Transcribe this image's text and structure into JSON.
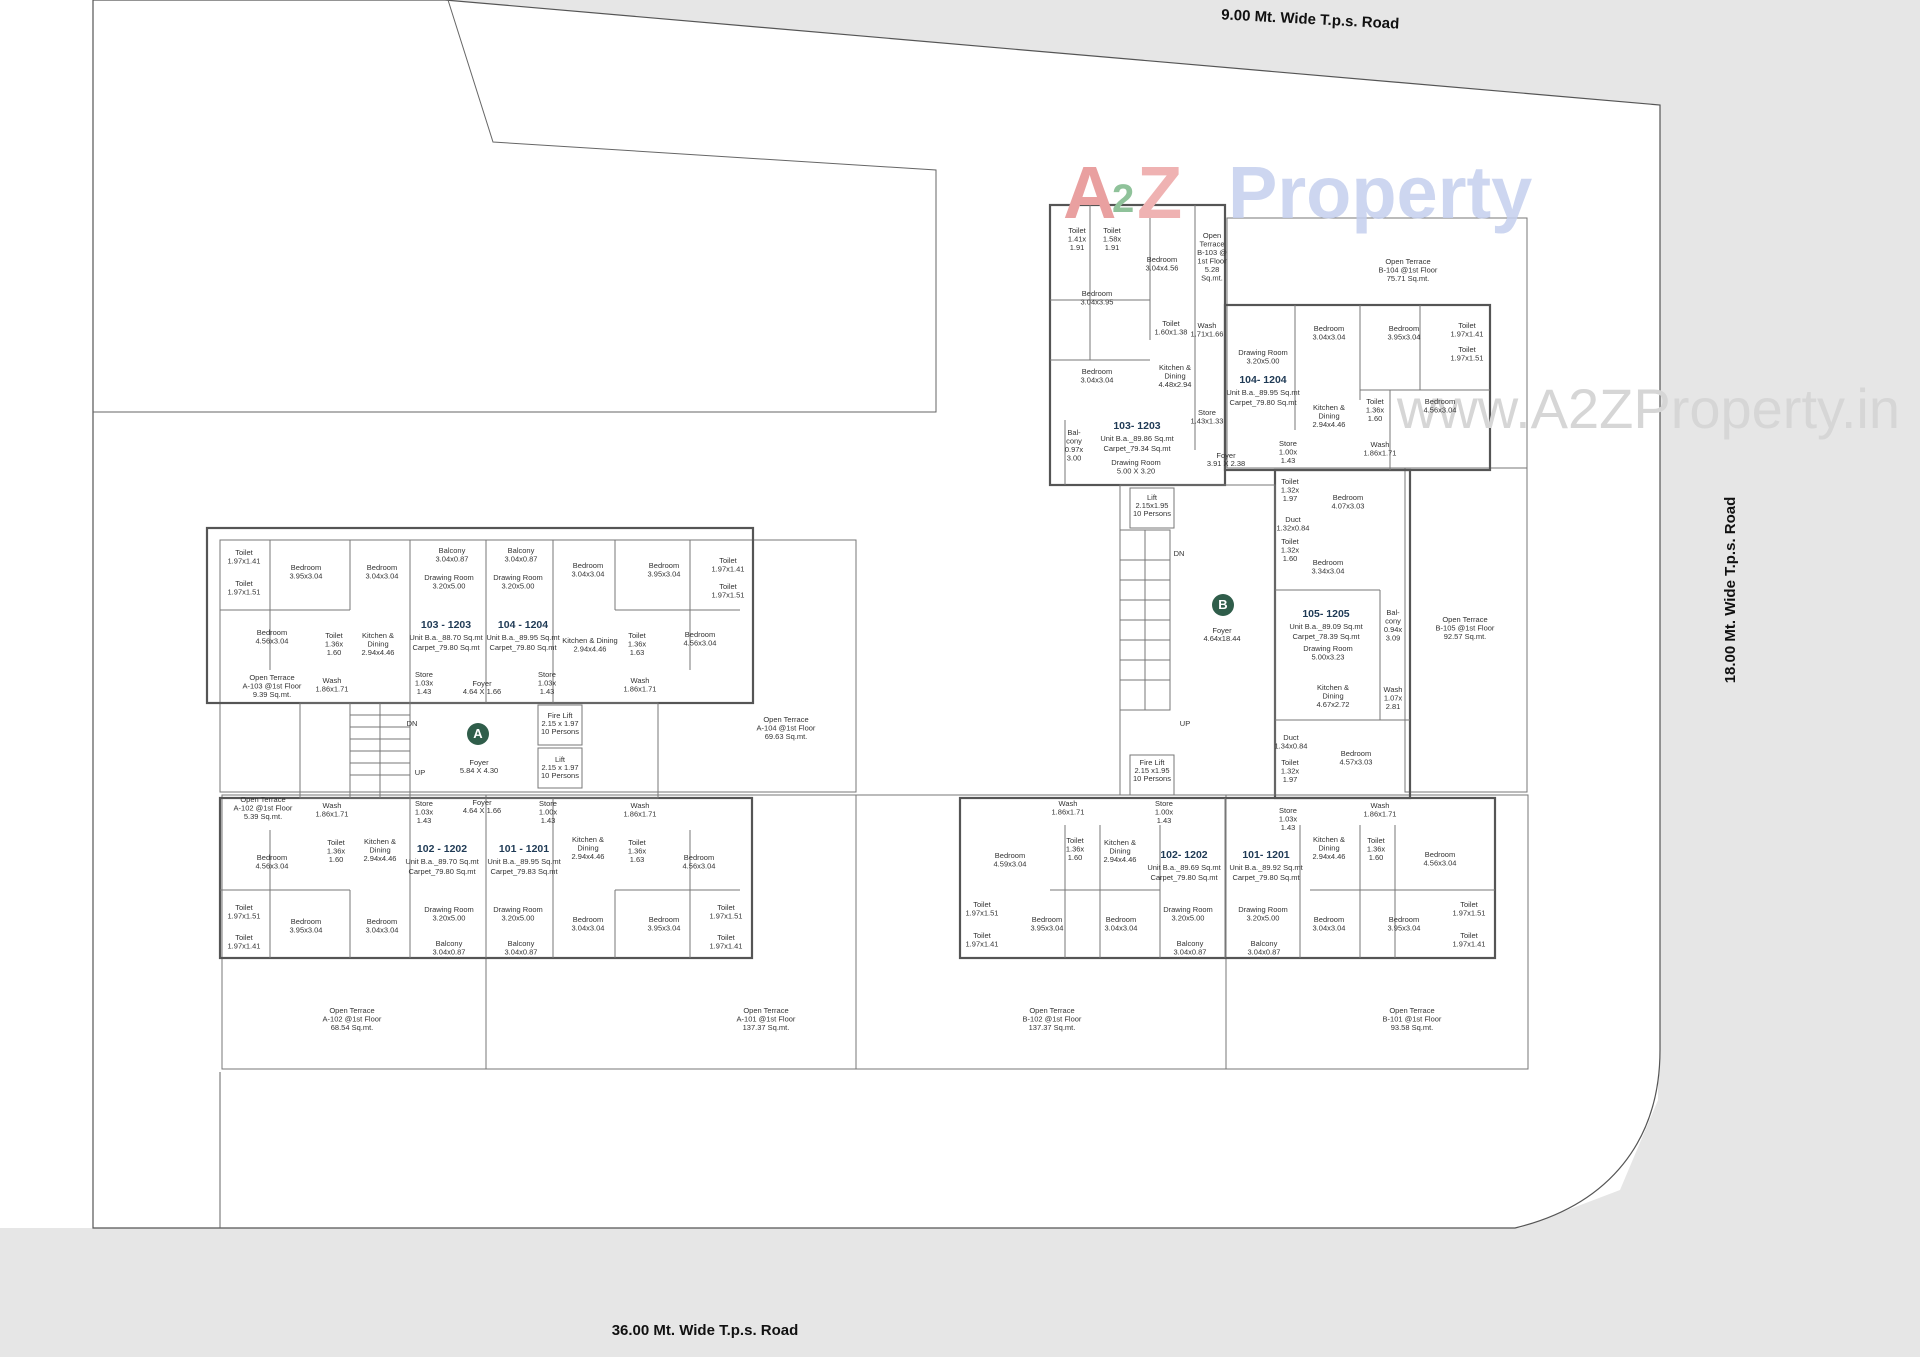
{
  "roads": {
    "top": "9.00 Mt. Wide T.p.s. Road",
    "right": "18.00 Mt. Wide T.p.s. Road",
    "bottom": "36.00 Mt. Wide T.p.s. Road"
  },
  "watermark": {
    "logo_a": "A",
    "logo_2": "2",
    "logo_z": "Z",
    "logo_property": "Property",
    "url": "www.A2ZProperty.in"
  },
  "wings": {
    "a": "A",
    "b": "B"
  },
  "wing_a": {
    "u1203": {
      "title": "103 - 1203",
      "ba": "Unit B.a._88.70 Sq.mt",
      "carpet": "Carpet_79.80 Sq.mt"
    },
    "u1204": {
      "title": "104 - 1204",
      "ba": "Unit B.a._89.95 Sq.mt",
      "carpet": "Carpet_79.80 Sq.mt"
    },
    "u1202": {
      "title": "102 - 1202",
      "ba": "Unit B.a._89.70 Sq.mt",
      "carpet": "Carpet_79.80 Sq.mt"
    },
    "u1201": {
      "title": "101 - 1201",
      "ba": "Unit B.a._89.95 Sq.mt",
      "carpet": "Carpet_79.83 Sq.mt"
    },
    "foyer1": "Foyer",
    "foyer1_d": "4.64 X 1.66",
    "foyer2": "Foyer",
    "foyer2_d": "5.84 X 4.30",
    "foyer3": "Foyer",
    "foyer3_d": "4.64 X 1.66",
    "firelift": "Fire Lift",
    "firelift_d": "2.15 x 1.97",
    "firelift_p": "10 Persons",
    "lift": "Lift",
    "lift_d": "2.15 x 1.97",
    "lift_p": "10 Persons",
    "dn": "DN",
    "up": "UP",
    "terrace_a103": {
      "name": "Open Terrace",
      "l1": "A-103 @1st Floor",
      "l2": "9.39 Sq.mt."
    },
    "terrace_a102": {
      "name": "Open Terrace",
      "l1": "A-102 @1st Floor",
      "l2": "5.39 Sq.mt."
    },
    "terrace_a104": {
      "name": "Open Terrace",
      "l1": "A-104 @1st Floor",
      "l2": "69.63 Sq.mt."
    },
    "terrace_a102b": {
      "name": "Open Terrace",
      "l1": "A-102 @1st Floor",
      "l2": "68.54 Sq.mt."
    },
    "terrace_a101": {
      "name": "Open Terrace",
      "l1": "A-101 @1st Floor",
      "l2": "137.37 Sq.mt."
    },
    "rooms": {
      "bed1": [
        "Bedroom",
        "3.95x3.04"
      ],
      "bed2": [
        "Bedroom",
        "3.04x3.04"
      ],
      "bed3": [
        "Bedroom",
        "4.56x3.04"
      ],
      "bed4": [
        "Bedroom",
        "3.04x3.04"
      ],
      "bed5": [
        "Bedroom",
        "3.95x3.04"
      ],
      "bed6": [
        "Bedroom",
        "4.56x3.04"
      ],
      "bed7": [
        "Bedroom",
        "4.56x3.04"
      ],
      "bed8": [
        "Bedroom",
        "3.95x3.04"
      ],
      "bed9": [
        "Bedroom",
        "3.04x3.04"
      ],
      "bed10": [
        "Bedroom",
        "3.04x3.04"
      ],
      "bed11": [
        "Bedroom",
        "3.95x3.04"
      ],
      "bed12": [
        "Bedroom",
        "4.56x3.04"
      ],
      "dr1": [
        "Drawing Room",
        "3.20x5.00"
      ],
      "dr2": [
        "Drawing Room",
        "3.20x5.00"
      ],
      "dr3": [
        "Drawing Room",
        "3.20x5.00"
      ],
      "dr4": [
        "Drawing Room",
        "3.20x5.00"
      ],
      "kd1": [
        "Kitchen &",
        "Dining",
        "2.94x4.46"
      ],
      "kd2": [
        "Kitchen & Dining",
        "2.94x4.46"
      ],
      "kd3": [
        "Kitchen &",
        "Dining",
        "2.94x4.46"
      ],
      "kd4": [
        "Kitchen &",
        "Dining",
        "2.94x4.46"
      ],
      "bal1": [
        "Balcony",
        "3.04x0.87"
      ],
      "bal2": [
        "Balcony",
        "3.04x0.87"
      ],
      "bal3": [
        "Balcony",
        "3.04x0.87"
      ],
      "bal4": [
        "Balcony",
        "3.04x0.87"
      ],
      "tl1": [
        "Toilet",
        "1.97x1.41"
      ],
      "tl2": [
        "Toilet",
        "1.97x1.51"
      ],
      "tl3": [
        "Toilet",
        "1.36x",
        "1.60"
      ],
      "tl4": [
        "Toilet",
        "1.97x1.41"
      ],
      "tl5": [
        "Toilet",
        "1.97x1.51"
      ],
      "tl6": [
        "Toilet",
        "1.36x",
        "1.63"
      ],
      "tl7": [
        "Toilet",
        "1.36x",
        "1.60"
      ],
      "tl8": [
        "Toilet",
        "1.97x1.51"
      ],
      "tl9": [
        "Toilet",
        "1.97x1.41"
      ],
      "tl10": [
        "Toilet",
        "1.36x",
        "1.63"
      ],
      "tl11": [
        "Toilet",
        "1.97x1.51"
      ],
      "tl12": [
        "Toilet",
        "1.97x1.41"
      ],
      "st1": [
        "Store",
        "1.03x",
        "1.43"
      ],
      "st2": [
        "Store",
        "1.03x",
        "1.43"
      ],
      "st3": [
        "Store",
        "1.03x",
        "1.43"
      ],
      "st4": [
        "Store",
        "1.00x",
        "1.43"
      ],
      "wa1": [
        "Wash",
        "1.86x1.71"
      ],
      "wa2": [
        "Wash",
        "1.86x1.71"
      ],
      "wa3": [
        "Wash",
        "1.86x1.71"
      ],
      "wa4": [
        "Wash",
        "1.86x1.71"
      ]
    }
  },
  "wing_b": {
    "u1203": {
      "title": "103- 1203",
      "ba": "Unit B.a._89.86 Sq.mt",
      "carpet": "Carpet_79.34 Sq.mt"
    },
    "u1204": {
      "title": "104- 1204",
      "ba": "Unit B.a._89.95 Sq.mt",
      "carpet": "Carpet_79.80 Sq.mt"
    },
    "u1205": {
      "title": "105- 1205",
      "ba": "Unit B.a._89.09 Sq.mt",
      "carpet": "Carpet_78.39 Sq.mt"
    },
    "u1202": {
      "title": "102- 1202",
      "ba": "Unit B.a._89.69 Sq.mt",
      "carpet": "Carpet_79.80 Sq.mt"
    },
    "u1201": {
      "title": "101- 1201",
      "ba": "Unit B.a._89.92 Sq.mt",
      "carpet": "Carpet_79.80 Sq.mt"
    },
    "foyer_top": "Foyer",
    "foyer_top_d": "3.91 X 2.38",
    "foyer_main": "Foyer",
    "foyer_main_d": "4.64x18.44",
    "lift": "Lift",
    "lift_d": "2.15x1.95",
    "lift_p": "10 Persons",
    "firelift": "Fire Lift",
    "firelift_d": "2.15 x1.95",
    "firelift_p": "10 Persons",
    "dn": "DN",
    "up": "UP",
    "terrace_b103": {
      "name": "Open",
      "l1": "Terrace",
      "l2": "B-103 @",
      "l3": "1st Floor",
      "l4": "5.28",
      "l5": "Sq.mt."
    },
    "terrace_b104": {
      "name": "Open Terrace",
      "l1": "B-104 @1st Floor",
      "l2": "75.71 Sq.mt."
    },
    "terrace_b105": {
      "name": "Open Terrace",
      "l1": "B-105 @1st Floor",
      "l2": "92.57 Sq.mt."
    },
    "terrace_b102": {
      "name": "Open Terrace",
      "l1": "B-102 @1st Floor",
      "l2": "137.37 Sq.mt."
    },
    "terrace_b101": {
      "name": "Open Terrace",
      "l1": "B-101 @1st Floor",
      "l2": "93.58 Sq.mt."
    },
    "rooms": {
      "tl_a": [
        "Toilet",
        "1.41x",
        "1.91"
      ],
      "tl_b": [
        "Toilet",
        "1.58x",
        "1.91"
      ],
      "bed_a": [
        "Bedroom",
        "3.04x4.56"
      ],
      "bed_b": [
        "Bedroom",
        "3.04x3.95"
      ],
      "bed_c": [
        "Bedroom",
        "3.04x3.04"
      ],
      "tl_c": [
        "Toilet",
        "1.60x1.38"
      ],
      "wa_a": [
        "Wash",
        "1.71x1.66"
      ],
      "kd_a": [
        "Kitchen &",
        "Dining",
        "4.48x2.94"
      ],
      "st_a": [
        "Store",
        "1.43x1.33"
      ],
      "bal_a": [
        "Bal-",
        "cony",
        "0.97x",
        "3.00"
      ],
      "dr_a": [
        "Drawing Room",
        "5.00 X 3.20"
      ],
      "dr_b": [
        "Drawing Room",
        "3.20x5.00"
      ],
      "bed_d": [
        "Bedroom",
        "3.04x3.04"
      ],
      "bed_e": [
        "Bedroom",
        "3.95x3.04"
      ],
      "tl_d": [
        "Toilet",
        "1.97x1.41"
      ],
      "tl_e": [
        "Toilet",
        "1.97x1.51"
      ],
      "kd_b": [
        "Kitchen &",
        "Dining",
        "2.94x4.46"
      ],
      "tl_f": [
        "Toilet",
        "1.36x",
        "1.60"
      ],
      "bed_f": [
        "Bedroom",
        "4.56x3.04"
      ],
      "st_b": [
        "Store",
        "1.00x",
        "1.43"
      ],
      "wa_b": [
        "Wash",
        "1.86x1.71"
      ],
      "tl_g": [
        "Toilet",
        "1.32x",
        "1.97"
      ],
      "bed_g": [
        "Bedroom",
        "4.07x3.03"
      ],
      "dct_a": [
        "Duct",
        "1.32x0.84"
      ],
      "tl_h": [
        "Toilet",
        "1.32x",
        "1.60"
      ],
      "bed_h": [
        "Bedroom",
        "3.34x3.04"
      ],
      "dr_c": [
        "Drawing Room",
        "5.00x3.23"
      ],
      "bal_b": [
        "Bal-",
        "cony",
        "0.94x",
        "3.09"
      ],
      "kd_c": [
        "Kitchen &",
        "Dining",
        "4.67x2.72"
      ],
      "wa_c": [
        "Wash",
        "1.07x",
        "2.81"
      ],
      "dct_b": [
        "Duct",
        "1.34x0.84"
      ],
      "bed_i": [
        "Bedroom",
        "4.57x3.03"
      ],
      "tl_i": [
        "Toilet",
        "1.32x",
        "1.97"
      ],
      "wa_d": [
        "Wash",
        "1.86x1.71"
      ],
      "st_c": [
        "Store",
        "1.00x",
        "1.43"
      ],
      "st_d": [
        "Store",
        "1.03x",
        "1.43"
      ],
      "wa_e": [
        "Wash",
        "1.86x1.71"
      ],
      "bed_j": [
        "Bedroom",
        "4.59x3.04"
      ],
      "tl_j": [
        "Toilet",
        "1.36x",
        "1.60"
      ],
      "kd_d": [
        "Kitchen &",
        "Dining",
        "2.94x4.46"
      ],
      "kd_e": [
        "Kitchen &",
        "Dining",
        "2.94x4.46"
      ],
      "tl_k": [
        "Toilet",
        "1.36x",
        "1.60"
      ],
      "bed_k": [
        "Bedroom",
        "4.56x3.04"
      ],
      "tl_l": [
        "Toilet",
        "1.97x1.51"
      ],
      "tl_m": [
        "Toilet",
        "1.97x1.41"
      ],
      "bed_l": [
        "Bedroom",
        "3.95x3.04"
      ],
      "bed_m": [
        "Bedroom",
        "3.04x3.04"
      ],
      "dr_d": [
        "Drawing Room",
        "3.20x5.00"
      ],
      "dr_e": [
        "Drawing Room",
        "3.20x5.00"
      ],
      "bed_n": [
        "Bedroom",
        "3.04x3.04"
      ],
      "bed_o": [
        "Bedroom",
        "3.95x3.04"
      ],
      "tl_n": [
        "Toilet",
        "1.97x1.51"
      ],
      "tl_o": [
        "Toilet",
        "1.97x1.41"
      ],
      "bal_c": [
        "Balcony",
        "3.04x0.87"
      ],
      "bal_d": [
        "Balcony",
        "3.04x0.87"
      ]
    }
  },
  "colors": {
    "road": "#e6e6e6",
    "wing_marker": "#2f5d4a",
    "unit_title": "#1f3a55",
    "logo_a": "#e9a0a0",
    "logo_z": "#efb2b2",
    "logo_2": "#8fc29a",
    "logo_p": "#b9c8ec",
    "logo_r": "#c7d2ee",
    "logo_o": "#f2c9a6",
    "logo_e": "#f4c6a0",
    "logo_t": "#b6dcbd",
    "logo_y": "#d5e8b9"
  }
}
